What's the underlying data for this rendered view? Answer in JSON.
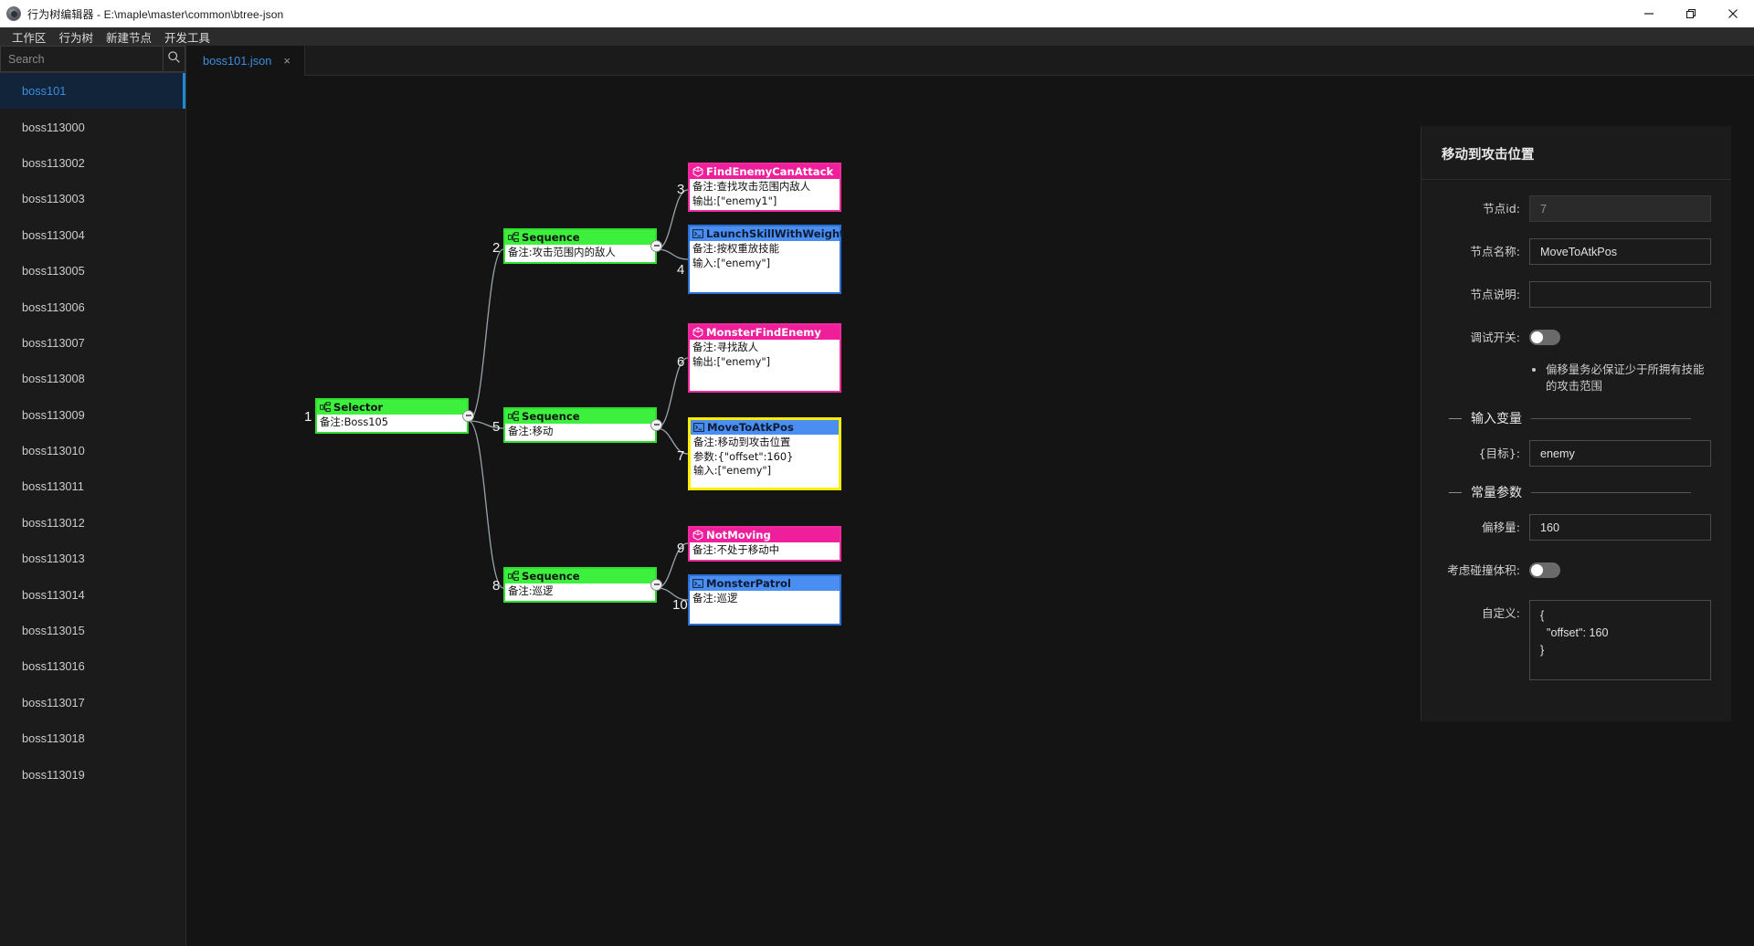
{
  "titlebar": {
    "title": "行为树编辑器 - E:\\maple\\master\\common\\btree-json",
    "app_icon": "app-gear-icon",
    "minimize": "minimize-icon",
    "maximize": "maximize-icon",
    "close": "close-icon"
  },
  "menubar": {
    "items": [
      {
        "label": "工作区"
      },
      {
        "label": "行为树"
      },
      {
        "label": "新建节点"
      },
      {
        "label": "开发工具"
      }
    ]
  },
  "sidebar": {
    "search": {
      "placeholder": "Search",
      "value": "",
      "icon": "search-icon"
    },
    "items": [
      {
        "label": "boss101",
        "active": true
      },
      {
        "label": "boss113000",
        "active": false
      },
      {
        "label": "boss113002",
        "active": false
      },
      {
        "label": "boss113003",
        "active": false
      },
      {
        "label": "boss113004",
        "active": false
      },
      {
        "label": "boss113005",
        "active": false
      },
      {
        "label": "boss113006",
        "active": false
      },
      {
        "label": "boss113007",
        "active": false
      },
      {
        "label": "boss113008",
        "active": false
      },
      {
        "label": "boss113009",
        "active": false
      },
      {
        "label": "boss113010",
        "active": false
      },
      {
        "label": "boss113011",
        "active": false
      },
      {
        "label": "boss113012",
        "active": false
      },
      {
        "label": "boss113013",
        "active": false
      },
      {
        "label": "boss113014",
        "active": false
      },
      {
        "label": "boss113015",
        "active": false
      },
      {
        "label": "boss113016",
        "active": false
      },
      {
        "label": "boss113017",
        "active": false
      },
      {
        "label": "boss113018",
        "active": false
      },
      {
        "label": "boss113019",
        "active": false
      }
    ]
  },
  "tabs": [
    {
      "label": "boss101.json",
      "close": "×",
      "active": true
    }
  ],
  "canvas": {
    "nodes": [
      {
        "index": "1",
        "title": "Selector",
        "kind": "composite",
        "lines": [
          "备注:Boss105"
        ]
      },
      {
        "index": "2",
        "title": "Sequence",
        "kind": "composite",
        "lines": [
          "备注:攻击范围内的敌人"
        ]
      },
      {
        "index": "3",
        "title": "FindEnemyCanAttack",
        "kind": "condition",
        "lines": [
          "备注:查找攻击范围内敌人",
          "输出:[\"enemy1\"]"
        ]
      },
      {
        "index": "4",
        "title": "LaunchSkillWithWeight",
        "kind": "action",
        "lines": [
          "备注:按权重放技能",
          "输入:[\"enemy\"]"
        ]
      },
      {
        "index": "5",
        "title": "Sequence",
        "kind": "composite",
        "lines": [
          "备注:移动"
        ]
      },
      {
        "index": "6",
        "title": "MonsterFindEnemy",
        "kind": "condition",
        "lines": [
          "备注:寻找敌人",
          "输出:[\"enemy\"]"
        ]
      },
      {
        "index": "7",
        "title": "MoveToAtkPos",
        "kind": "action",
        "selected": true,
        "lines": [
          "备注:移动到攻击位置",
          "参数:{\"offset\":160}",
          "输入:[\"enemy\"]"
        ]
      },
      {
        "index": "8",
        "title": "Sequence",
        "kind": "composite",
        "lines": [
          "备注:巡逻"
        ]
      },
      {
        "index": "9",
        "title": "NotMoving",
        "kind": "condition",
        "lines": [
          "备注:不处于移动中"
        ]
      },
      {
        "index": "10",
        "title": "MonsterPatrol",
        "kind": "action",
        "lines": [
          "备注:巡逻"
        ]
      }
    ]
  },
  "props": {
    "title": "移动到攻击位置",
    "node_id": {
      "label": "节点id:",
      "value": "7",
      "readonly": true
    },
    "node_name": {
      "label": "节点名称:",
      "value": "MoveToAtkPos"
    },
    "node_desc": {
      "label": "节点说明:",
      "value": ""
    },
    "debug_switch": {
      "label": "调试开关:",
      "on": false
    },
    "hints": [
      "偏移量务必保证少于所拥有技能的攻击范围"
    ],
    "sections": [
      {
        "title": "输入变量"
      },
      {
        "title": "常量参数"
      }
    ],
    "input_var": {
      "label": "{目标}:",
      "value": "enemy"
    },
    "offset": {
      "label": "偏移量:",
      "value": "160"
    },
    "collision": {
      "label": "考虑碰撞体积:",
      "on": false
    },
    "custom": {
      "label": "自定义:",
      "value": "{\n  \"offset\": 160\n}"
    }
  }
}
